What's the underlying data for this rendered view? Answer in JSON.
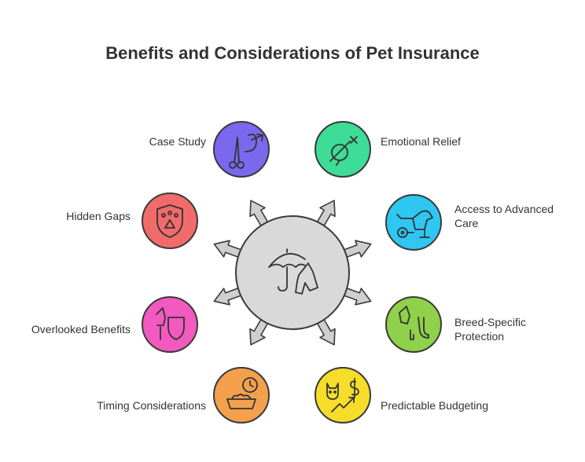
{
  "title": "Benefits and Considerations of Pet Insurance",
  "nodes": [
    {
      "id": "case-study",
      "label": "Case Study",
      "color": "#7b68ee",
      "icon": "scissors-male-icon"
    },
    {
      "id": "emotional-relief",
      "label": "Emotional Relief",
      "color": "#3ddc97",
      "icon": "no-female-icon"
    },
    {
      "id": "hidden-gaps",
      "label": "Hidden Gaps",
      "color": "#f26b6b",
      "icon": "paw-shield-icon"
    },
    {
      "id": "access-to-advanced-care",
      "label_lines": [
        "Access to Advanced",
        "Care"
      ],
      "color": "#2ec7f2",
      "icon": "dog-wheelchair-icon"
    },
    {
      "id": "overlooked-benefits",
      "label": "Overlooked Benefits",
      "color": "#f25ac0",
      "icon": "dog-shield-icon"
    },
    {
      "id": "breed-specific-protection",
      "label_lines": [
        "Breed-Specific",
        "Protection"
      ],
      "color": "#8fd14a",
      "icon": "dog-leg-icon"
    },
    {
      "id": "timing-considerations",
      "label": "Timing Considerations",
      "color": "#f5a04d",
      "icon": "bowl-clock-icon"
    },
    {
      "id": "predictable-budgeting",
      "label": "Predictable Budgeting",
      "color": "#f5dd2a",
      "icon": "cat-dollar-chart-icon"
    }
  ],
  "center": {
    "color": "#d9d9d9",
    "icon": "umbrella-dog-icon"
  }
}
